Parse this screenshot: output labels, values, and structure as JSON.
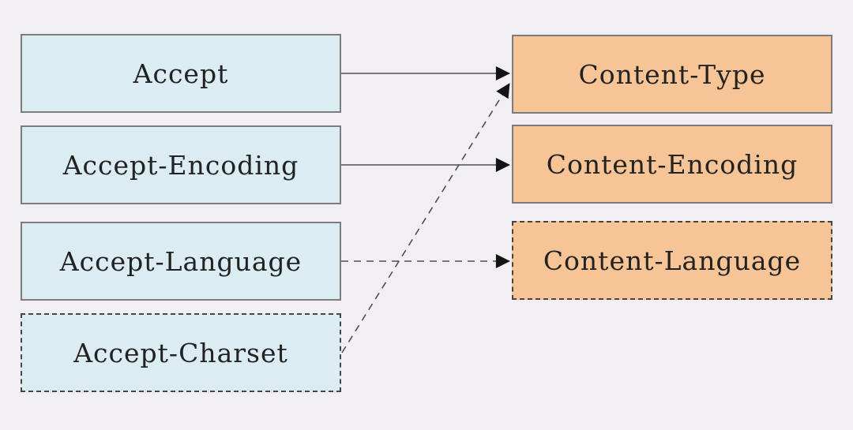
{
  "diagram": {
    "left_nodes": [
      {
        "label": "Accept",
        "border": "solid"
      },
      {
        "label": "Accept-Encoding",
        "border": "solid"
      },
      {
        "label": "Accept-Language",
        "border": "solid"
      },
      {
        "label": "Accept-Charset",
        "border": "dashed"
      }
    ],
    "right_nodes": [
      {
        "label": "Content-Type",
        "border": "solid"
      },
      {
        "label": "Content-Encoding",
        "border": "solid"
      },
      {
        "label": "Content-Language",
        "border": "dashed"
      }
    ],
    "edges": [
      {
        "from": "Accept",
        "to": "Content-Type",
        "line": "solid"
      },
      {
        "from": "Accept-Encoding",
        "to": "Content-Encoding",
        "line": "solid"
      },
      {
        "from": "Accept-Language",
        "to": "Content-Language",
        "line": "dashed"
      },
      {
        "from": "Accept-Charset",
        "to": "Content-Type",
        "line": "dashed"
      }
    ],
    "colors": {
      "background": "#f1eff4",
      "request_box_fill": "#dbedf2",
      "response_box_fill": "#f7c496",
      "solid_border": "#7d7d7d",
      "dashed_border": "#454545",
      "arrow_line": "#4f4f4f",
      "arrowhead": "#141414",
      "text": "#222222"
    }
  }
}
